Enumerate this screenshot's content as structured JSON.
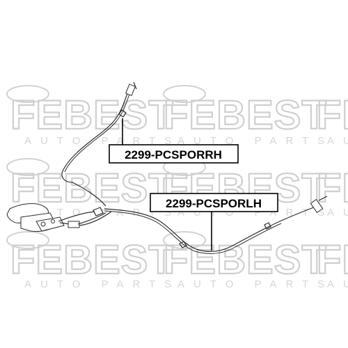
{
  "watermark": {
    "logo_text": "FEBEST",
    "sub_text": "AUTO PARTS"
  },
  "labels": {
    "rh": "2299-PCSPORRH",
    "lh": "2299-PCSPORLH"
  }
}
